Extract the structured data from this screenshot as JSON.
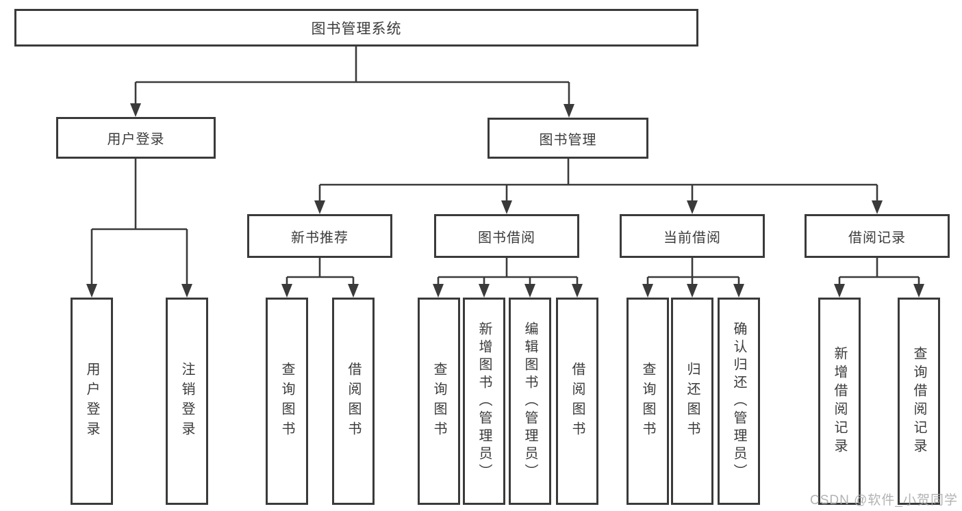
{
  "diagram": {
    "root": "图书管理系统",
    "level2": {
      "user_login": "用户登录",
      "book_mgmt": "图书管理"
    },
    "level3": {
      "new_books": "新书推荐",
      "borrow": "图书借阅",
      "current": "当前借阅",
      "records": "借阅记录"
    },
    "leaves": {
      "user_login": [
        "用户登录",
        "注销登录"
      ],
      "new_books": [
        "查询图书",
        "借阅图书"
      ],
      "borrow": [
        "查询图书",
        "新增图书（管理员）",
        "编辑图书（管理员）",
        "借阅图书"
      ],
      "current": [
        "查询图书",
        "归还图书",
        "确认归还（管理员）"
      ],
      "records": [
        "新增借阅记录",
        "查询借阅记录"
      ]
    },
    "colors": {
      "line": "#3a3a3a",
      "text": "#3b3b3b",
      "watermark": "#aaaaaa"
    }
  },
  "watermark": "CSDN @软件_小贺同学"
}
